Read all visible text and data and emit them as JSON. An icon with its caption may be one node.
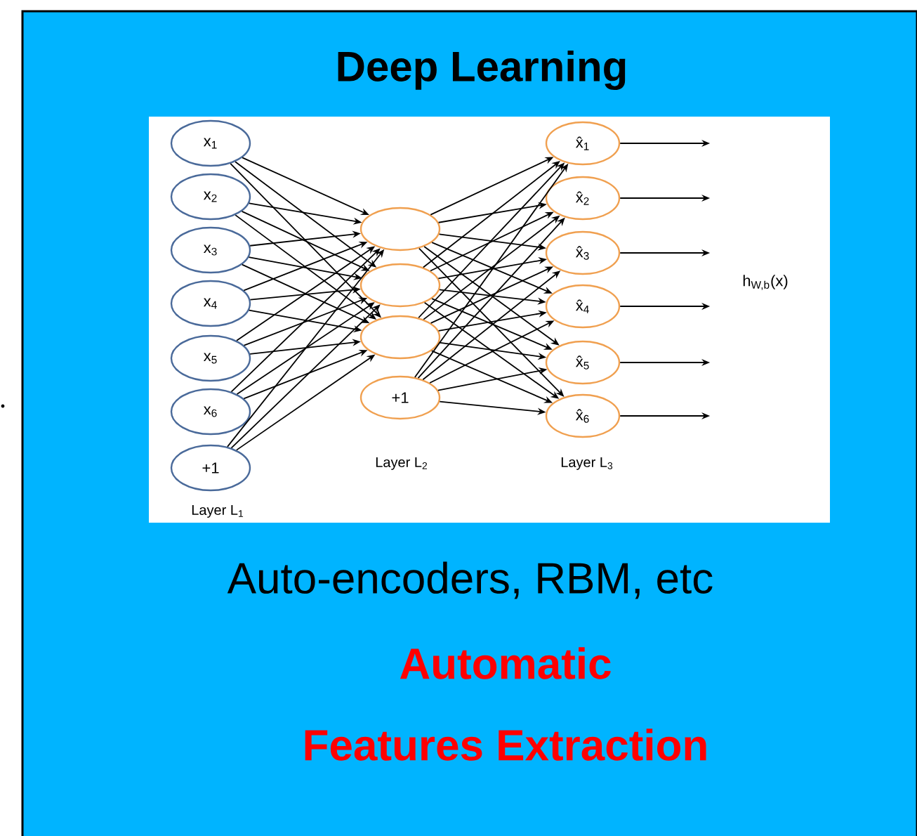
{
  "diagram": {
    "title": "Deep Learning",
    "nodes": [
      {
        "text": [
          "x$_{1}$"
        ]
      },
      {
        "text": [
          "x$_{2}$"
        ]
      },
      {
        "text": [
          "x$_{3}$"
        ]
      },
      {
        "text": [
          "x$_{4}$"
        ]
      },
      {
        "text": [
          "x$_{5}$"
        ]
      },
      {
        "text": [
          "x$_{6}$"
        ]
      },
      {
        "text": [
          "+1"
        ]
      },
      {
        "text": [],
        "shape": "circle"
      },
      {
        "text": [],
        "shape": "circle"
      },
      {
        "text": [],
        "shape": "circle"
      },
      {
        "text": [
          "+1"
        ]
      },
      {
        "text": [
          "x̂$_{1}$"
        ]
      },
      {
        "text": [
          "x̂$_{2}$"
        ]
      },
      {
        "text": [
          "x̂$_{3}$"
        ]
      },
      {
        "text": [
          "x̂$_{4}$"
        ]
      },
      {
        "text": [
          "x̂$_{5}$"
        ]
      },
      {
        "text": [
          "x̂$_{6}$"
        ]
      }
    ],
    "edges": [
      {
        "from": 0,
        "to": 7,
        "arrow": "to"
      },
      {
        "from": 0,
        "to": 8,
        "arrow": "to"
      },
      {
        "from": 0,
        "to": 9,
        "arrow": "to"
      },
      {
        "from": 1,
        "to": 7,
        "arrow": "to"
      },
      {
        "from": 1,
        "to": 8,
        "arrow": "to"
      },
      {
        "from": 1,
        "to": 9,
        "arrow": "to"
      },
      {
        "from": 2,
        "to": 7,
        "arrow": "to"
      },
      {
        "from": 2,
        "to": 8,
        "arrow": "to"
      },
      {
        "from": 2,
        "to": 9,
        "arrow": "to"
      },
      {
        "from": 3,
        "to": 7,
        "arrow": "to"
      },
      {
        "from": 3,
        "to": 8,
        "arrow": "to"
      },
      {
        "from": 3,
        "to": 9,
        "arrow": "to"
      },
      {
        "from": 4,
        "to": 7,
        "arrow": "to"
      },
      {
        "from": 4,
        "to": 8,
        "arrow": "to"
      },
      {
        "from": 4,
        "to": 9,
        "arrow": "to"
      },
      {
        "from": 5,
        "to": 7,
        "arrow": "to"
      },
      {
        "from": 5,
        "to": 8,
        "arrow": "to"
      },
      {
        "from": 5,
        "to": 9,
        "arrow": "to"
      },
      {
        "from": 6,
        "to": 7,
        "arrow": "to"
      },
      {
        "from": 6,
        "to": 8,
        "arrow": "to"
      },
      {
        "from": 6,
        "to": 9,
        "arrow": "to"
      },
      {
        "from": 7,
        "to": 11,
        "arrow": "to"
      },
      {
        "from": 7,
        "to": 12,
        "arrow": "to"
      },
      {
        "from": 7,
        "to": 13,
        "arrow": "to"
      },
      {
        "from": 7,
        "to": 14,
        "arrow": "to"
      },
      {
        "from": 7,
        "to": 15,
        "arrow": "to"
      },
      {
        "from": 7,
        "to": 16,
        "arrow": "to"
      },
      {
        "from": 8,
        "to": 11,
        "arrow": "to"
      },
      {
        "from": 8,
        "to": 12,
        "arrow": "to"
      },
      {
        "from": 8,
        "to": 13,
        "arrow": "to"
      },
      {
        "from": 8,
        "to": 14,
        "arrow": "to"
      },
      {
        "from": 8,
        "to": 15,
        "arrow": "to"
      },
      {
        "from": 8,
        "to": 16,
        "arrow": "to"
      },
      {
        "from": 9,
        "to": 11,
        "arrow": "to"
      },
      {
        "from": 9,
        "to": 12,
        "arrow": "to"
      },
      {
        "from": 9,
        "to": 13,
        "arrow": "to"
      },
      {
        "from": 9,
        "to": 14,
        "arrow": "to"
      },
      {
        "from": 9,
        "to": 15,
        "arrow": "to"
      },
      {
        "from": 9,
        "to": 16,
        "arrow": "to"
      },
      {
        "from": 10,
        "to": 11,
        "arrow": "to"
      },
      {
        "from": 10,
        "to": 12,
        "arrow": "to"
      },
      {
        "from": 10,
        "to": 13,
        "arrow": "to"
      },
      {
        "from": 10,
        "to": 14,
        "arrow": "to"
      },
      {
        "from": 10,
        "to": 15,
        "arrow": "to"
      },
      {
        "from": 10,
        "to": 16,
        "arrow": "to"
      },
      {
        "from": 11,
        "to": null,
        "arrow": "to"
      },
      {
        "from": 12,
        "to": null,
        "arrow": "to"
      },
      {
        "from": 13,
        "to": null,
        "arrow": "to"
      },
      {
        "from": 14,
        "to": null,
        "arrow": "to"
      },
      {
        "from": 15,
        "to": null,
        "arrow": "to"
      },
      {
        "from": 16,
        "to": null,
        "arrow": "to"
      }
    ],
    "labels": [
      "h$_{W,b}$(x)",
      "Layer L$_{1}$",
      "Layer L$_{2}$",
      "Layer L$_{3}$",
      "Auto-encoders, RBM, etc",
      "Automatic",
      "Features Extraction"
    ]
  }
}
